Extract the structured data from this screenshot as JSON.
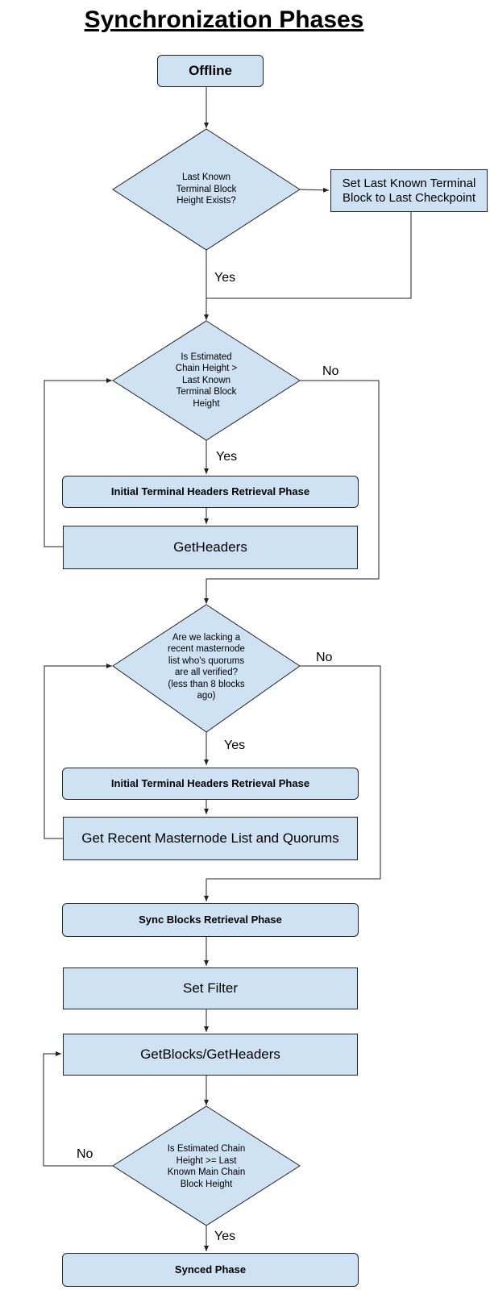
{
  "title": "Synchronization Phases",
  "nodes": {
    "offline": "Offline",
    "decision_last_known": "Last Known Terminal Block Height Exists?",
    "set_last_known": "Set Last Known Terminal Block to Last Checkpoint",
    "decision_estimated": "Is Estimated Chain Height > Last Known Terminal Block Height",
    "phase_initial_1": "Initial Terminal Headers Retrieval Phase",
    "get_headers": "GetHeaders",
    "decision_masternode": "Are we lacking a recent masternode list who's quorums are all verified? (less than 8 blocks ago)",
    "phase_initial_2": "Initial Terminal Headers Retrieval Phase",
    "get_masternode": "Get Recent Masternode List and Quorums",
    "phase_sync_blocks": "Sync Blocks Retrieval Phase",
    "set_filter": "Set Filter",
    "get_blocks": "GetBlocks/GetHeaders",
    "decision_main_chain": "Is Estimated Chain Height >= Last Known Main Chain Block Height",
    "phase_synced": "Synced Phase"
  },
  "edge_labels": {
    "yes_1": "Yes",
    "no_1": "No",
    "yes_2": "Yes",
    "no_2": "No",
    "yes_3": "Yes",
    "no_3": "No",
    "yes_4": "Yes"
  }
}
